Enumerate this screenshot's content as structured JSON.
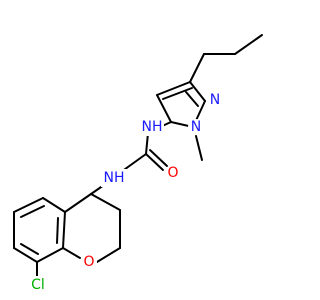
{
  "diagram": {
    "type": "chemical-structure",
    "colors": {
      "bond": "#000000",
      "nitrogen": "#1a1aff",
      "oxygen": "#ff0000",
      "chlorine": "#00b000",
      "background": "#ffffff"
    },
    "atoms": {
      "pyrazole_n": "N",
      "pyrazole_nme": "N",
      "urea_nh_top": "NH",
      "urea_o": "O",
      "urea_nh_bottom": "NH",
      "ring_o": "O",
      "chlorine": "Cl"
    }
  }
}
